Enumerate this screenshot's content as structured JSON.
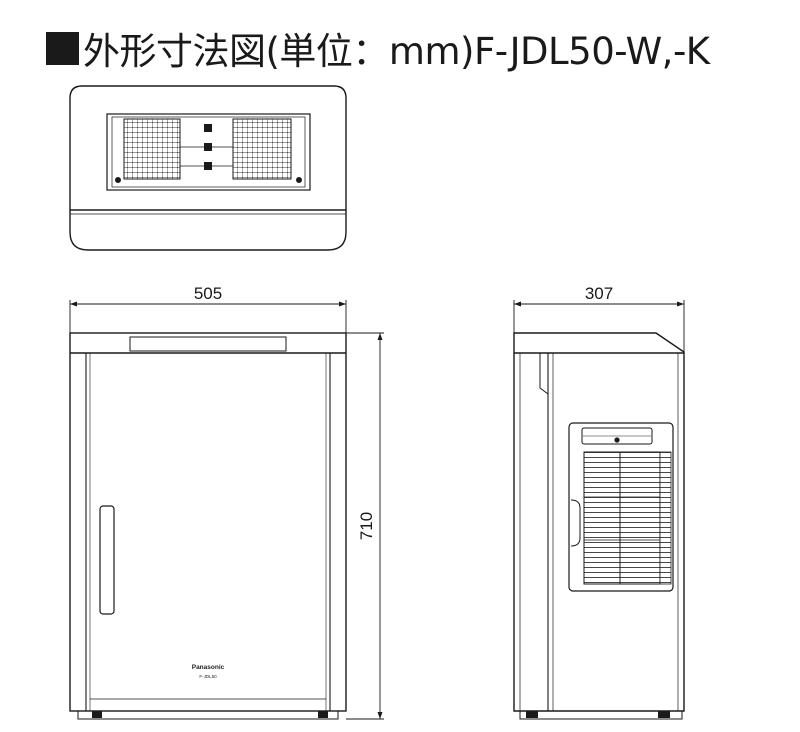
{
  "title": "外形寸法図(単位：mm)F-JDL50-W,-K",
  "dimensions": {
    "width": "505",
    "depth": "307",
    "height": "710"
  },
  "front_panel": {
    "brand": "Panasonic",
    "model": "F-JDL50"
  }
}
